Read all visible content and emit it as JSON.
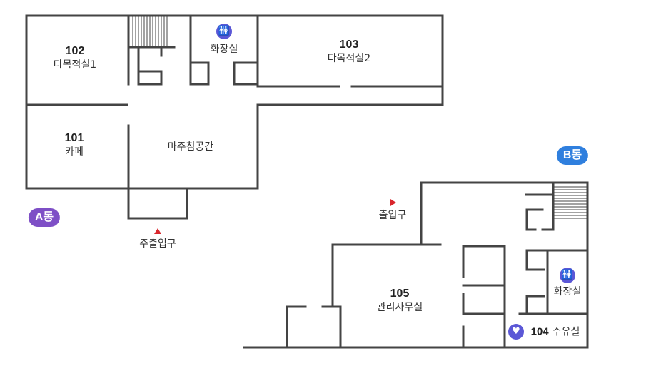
{
  "building_a": {
    "badge": "A동",
    "rooms": {
      "r102": {
        "number": "102",
        "name": "다목적실1"
      },
      "r101": {
        "number": "101",
        "name": "카페"
      },
      "r103": {
        "number": "103",
        "name": "다목적실2"
      },
      "lounge": {
        "name": "마주침공간"
      },
      "restroom": {
        "name": "화장실"
      }
    },
    "main_entrance": "주출입구"
  },
  "building_b": {
    "badge": "B동",
    "entrance": "출입구",
    "rooms": {
      "r105": {
        "number": "105",
        "name": "관리사무실"
      },
      "restroom": {
        "name": "화장실"
      },
      "r104": {
        "number": "104",
        "name": "수유실"
      }
    }
  },
  "colors": {
    "wall": "#444444",
    "badge_a": "#7e4fc6",
    "badge_b": "#2f7fde",
    "icon": "#5b57d6",
    "arrow": "#d9262c"
  },
  "icons": [
    "restroom-icon",
    "nursing-icon",
    "stairs-icon",
    "entrance-arrow-icon"
  ]
}
